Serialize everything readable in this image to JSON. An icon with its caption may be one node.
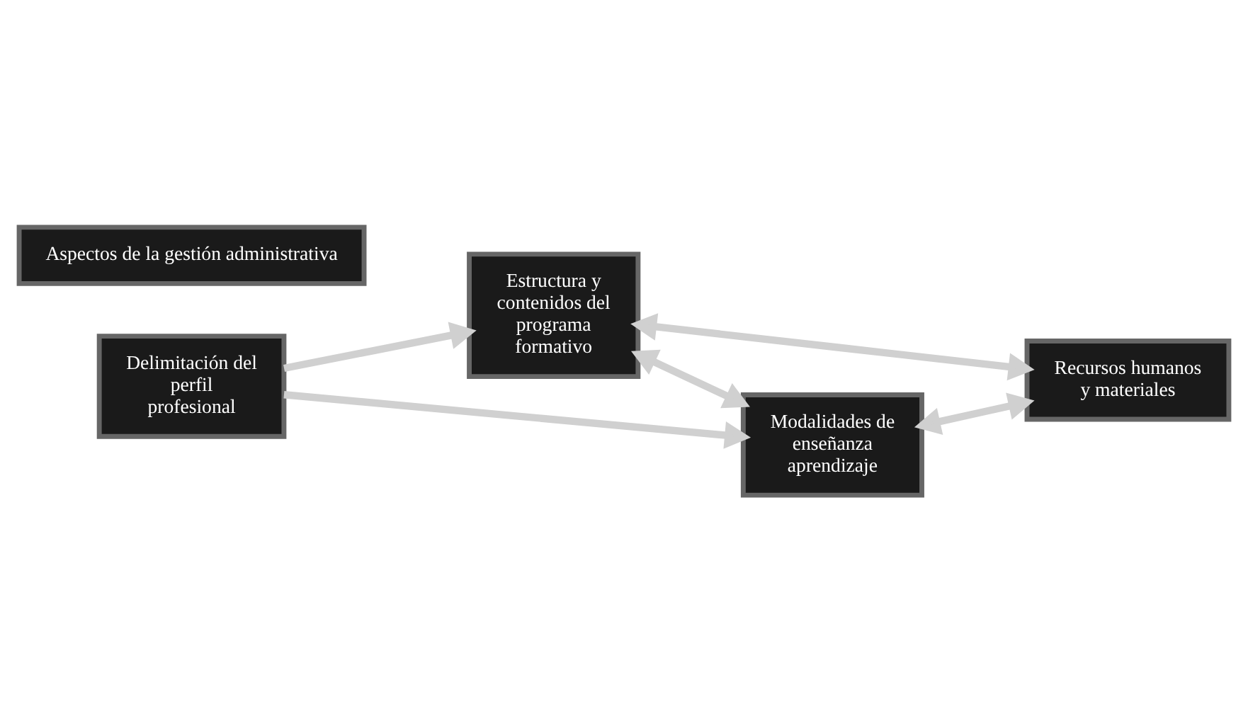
{
  "diagram": {
    "nodes": [
      {
        "text": [
          "Delimitación del perfil profesional"
        ]
      },
      {
        "text": [
          "Estructura y contenidos del programa formativo"
        ]
      },
      {
        "text": [
          "Recursos humanos y materiales"
        ]
      },
      {
        "text": [
          "Modalidades de enseñanza aprendizaje"
        ]
      },
      {
        "text": [
          "Aspectos de la gestión administrativa"
        ]
      }
    ],
    "edges": [
      {
        "from": 0,
        "to": 1,
        "arrow": "to"
      },
      {
        "from": 0,
        "to": 3,
        "arrow": "to"
      },
      {
        "from": 1,
        "to": 3,
        "arrow": "both"
      },
      {
        "from": 1,
        "to": 2,
        "arrow": "both"
      },
      {
        "from": 3,
        "to": 2,
        "arrow": "both"
      }
    ]
  }
}
